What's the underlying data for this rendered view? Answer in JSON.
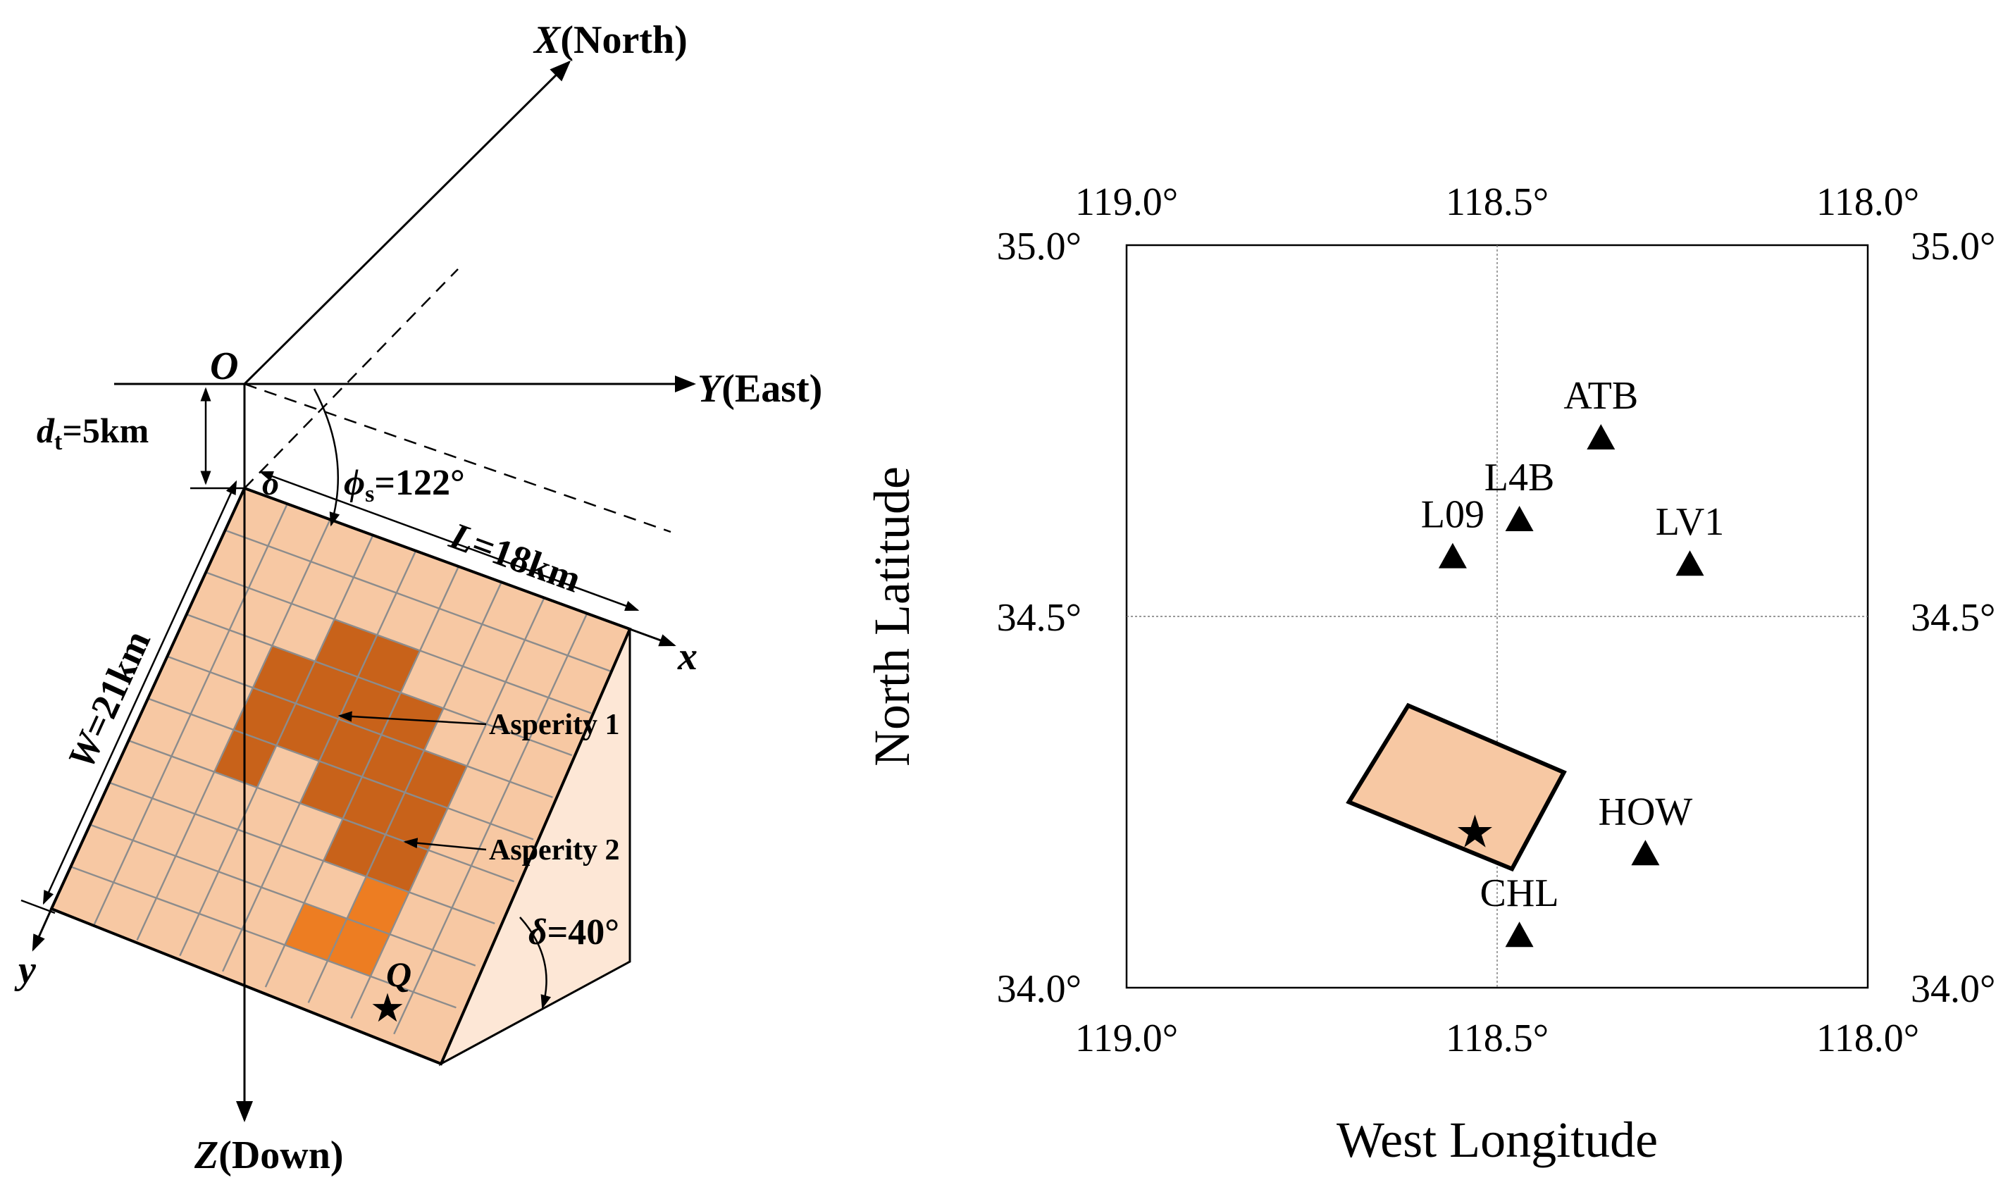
{
  "left_panel": {
    "axes": {
      "x_north": {
        "symbol": "X",
        "label": "(North)"
      },
      "y_east": {
        "symbol": "Y",
        "label": "(East)"
      },
      "z_down": {
        "symbol": "Z",
        "label": "(Down)"
      },
      "origin": "O",
      "fault_origin": "o",
      "fault_x": "x",
      "fault_y": "y",
      "hypocenter": "Q"
    },
    "parameters": {
      "dt": {
        "symbol": "d",
        "sub": "t",
        "value": "=5km"
      },
      "strike": {
        "symbol": "ϕ",
        "sub": "s",
        "value": "=122°"
      },
      "length": {
        "symbol": "L",
        "value": "=18km"
      },
      "width": {
        "symbol": "W",
        "value": "=21km"
      },
      "dip": {
        "symbol": "δ",
        "value": "=40°"
      }
    },
    "asperities": [
      "Asperity 1",
      "Asperity 2"
    ],
    "grid": {
      "cols": 9,
      "rows": 10
    },
    "asperity1_cells": [
      [
        3,
        2
      ],
      [
        4,
        2
      ],
      [
        2,
        3
      ],
      [
        3,
        3
      ],
      [
        4,
        3
      ],
      [
        5,
        3
      ],
      [
        2,
        4
      ],
      [
        3,
        4
      ],
      [
        4,
        4
      ],
      [
        5,
        4
      ],
      [
        6,
        4
      ],
      [
        2,
        5
      ],
      [
        4,
        5
      ],
      [
        5,
        5
      ],
      [
        6,
        5
      ],
      [
        5,
        6
      ],
      [
        6,
        6
      ]
    ],
    "asperity2_cells": [
      [
        6,
        7
      ],
      [
        6,
        8
      ],
      [
        5,
        8
      ]
    ],
    "colors": {
      "fault": "#f7c8a3",
      "asperity1": "#c8621a",
      "asperity2": "#ed7d22",
      "dip_face": "#fde7d6"
    }
  },
  "right_panel": {
    "xlabel": "West Longitude",
    "ylabel": "North Latitude",
    "lon_ticks": [
      "119.0°",
      "118.5°",
      "118.0°"
    ],
    "lat_ticks": [
      "35.0°",
      "34.5°",
      "34.0°"
    ],
    "stations": [
      {
        "name": "ATB",
        "lon": 118.36,
        "lat": 34.74
      },
      {
        "name": "L4B",
        "lon": 118.47,
        "lat": 34.63
      },
      {
        "name": "L09",
        "lon": 118.56,
        "lat": 34.58
      },
      {
        "name": "LV1",
        "lon": 118.24,
        "lat": 34.57
      },
      {
        "name": "HOW",
        "lon": 118.3,
        "lat": 34.18
      },
      {
        "name": "CHL",
        "lon": 118.47,
        "lat": 34.07
      }
    ],
    "fault_corners": [
      {
        "lon": 118.62,
        "lat": 34.38
      },
      {
        "lon": 118.41,
        "lat": 34.29
      },
      {
        "lon": 118.48,
        "lat": 34.16
      },
      {
        "lon": 118.7,
        "lat": 34.25
      }
    ],
    "epicenter": {
      "lon": 118.53,
      "lat": 34.21
    },
    "fault_color": "#f7c8a3"
  }
}
